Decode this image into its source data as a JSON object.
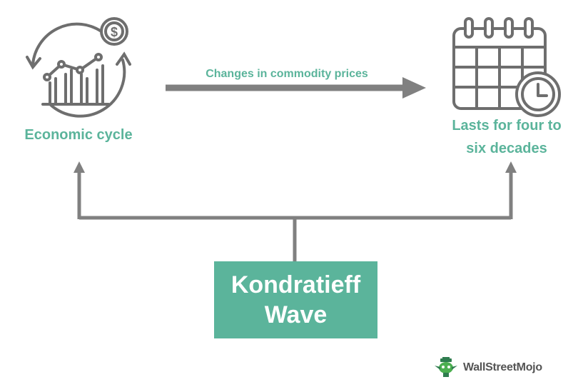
{
  "diagram": {
    "left_node": {
      "label": "Economic cycle",
      "icon": "economic-cycle-icon"
    },
    "right_node": {
      "label_line1": "Lasts for four to",
      "label_line2": "six decades",
      "icon": "calendar-clock-icon"
    },
    "arrow_label": "Changes in commodity prices",
    "center_node": {
      "line1": "Kondratieff",
      "line2": "Wave"
    }
  },
  "brand": {
    "part1": "Wall",
    "part2": "Street",
    "part3": "Mojo"
  },
  "colors": {
    "accent": "#5bb49b",
    "line": "#7f7f7f",
    "icon": "#6e6e6e"
  }
}
